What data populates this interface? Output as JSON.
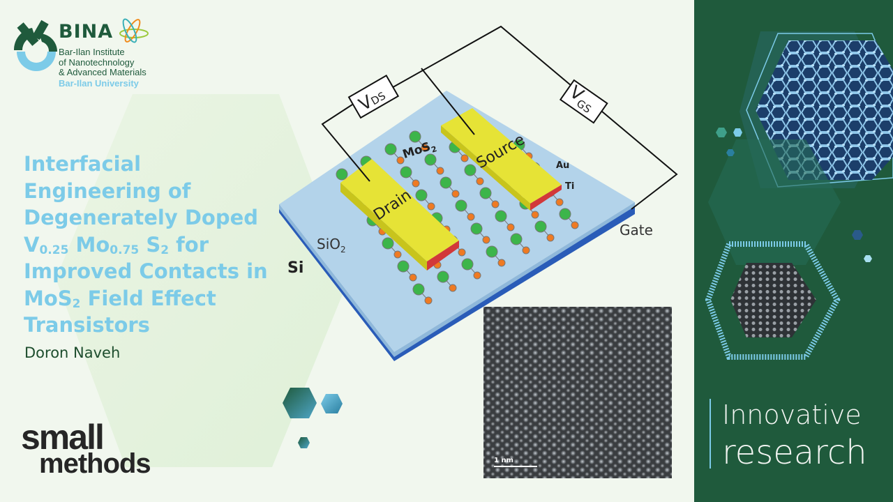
{
  "logo": {
    "acronym": "BINA",
    "institute_lines": [
      "Bar-Ilan Institute",
      "of Nanotechnology",
      "& Advanced Materials"
    ],
    "university": "Bar-Ilan University"
  },
  "article": {
    "title_lines": [
      "Interfacial",
      "Engineering of",
      "Degenerately Doped"
    ],
    "title_formula": {
      "v": "V",
      "v_sub": "0.25",
      "mo": " Mo",
      "mo_sub": "0.75",
      "s": " S",
      "s_sub": "2",
      "rest": " for"
    },
    "title_line5": "Improved Contacts in",
    "title_line6_pre": "MoS",
    "title_line6_sub": "2",
    "title_line6_post": " Field Effect",
    "title_line7": "Transistors",
    "author": "Doron Naveh"
  },
  "journal": {
    "line1": "small",
    "line2": "methods"
  },
  "figure": {
    "vds": "V",
    "vds_sub": "DS",
    "vgs": "V",
    "vgs_sub": "GS",
    "drain": "Drain",
    "source": "Source",
    "mos2": "MoS",
    "mos2_sub": "2",
    "au": "Au",
    "ti": "Ti",
    "gate": "Gate",
    "sio2": "SiO",
    "sio2_sub": "2",
    "si": "Si",
    "scale_bar": "1 nm"
  },
  "tagline": {
    "line1": "Innovative",
    "line2": "research"
  },
  "colors": {
    "panel": "#1f5a3c",
    "title": "#7ccbe8",
    "author": "#1d4d2d"
  }
}
